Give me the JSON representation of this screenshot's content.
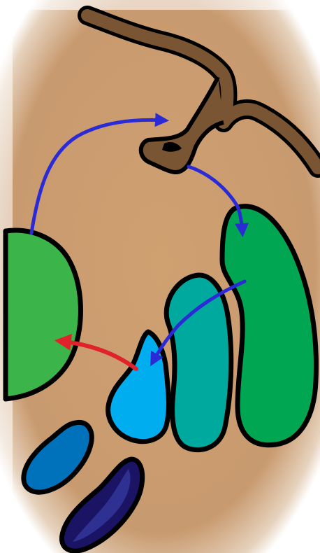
{
  "title": "",
  "colors": {
    "background": "#c89a6f",
    "stem": "#7a5534",
    "outline": "#000000",
    "cell_left": "#3bb54a",
    "cell_large_right": "#00a651",
    "cell_teal": "#00a99d",
    "cell_light_blue": "#00aeef",
    "cell_blue": "#0072bc",
    "cell_dark_blue": "#1b1464",
    "cell_dark_blue_inner": "#2e3192",
    "arrow_blue": "#2b2bd6",
    "arrow_red": "#e0222a"
  },
  "shapes": [
    {
      "id": "stem",
      "kind": "branching stem"
    },
    {
      "id": "green-left",
      "kind": "cell"
    },
    {
      "id": "green-large-right",
      "kind": "cell"
    },
    {
      "id": "teal",
      "kind": "cell"
    },
    {
      "id": "light-blue",
      "kind": "cell"
    },
    {
      "id": "blue",
      "kind": "cell"
    },
    {
      "id": "dark-blue",
      "kind": "cell"
    }
  ],
  "arrows": [
    {
      "id": "arrow-left-to-stem",
      "color": "blue"
    },
    {
      "id": "arrow-stem-to-green",
      "color": "blue"
    },
    {
      "id": "arrow-green-to-lightblue",
      "color": "blue"
    },
    {
      "id": "arrow-lightblue-to-left",
      "color": "red"
    }
  ]
}
